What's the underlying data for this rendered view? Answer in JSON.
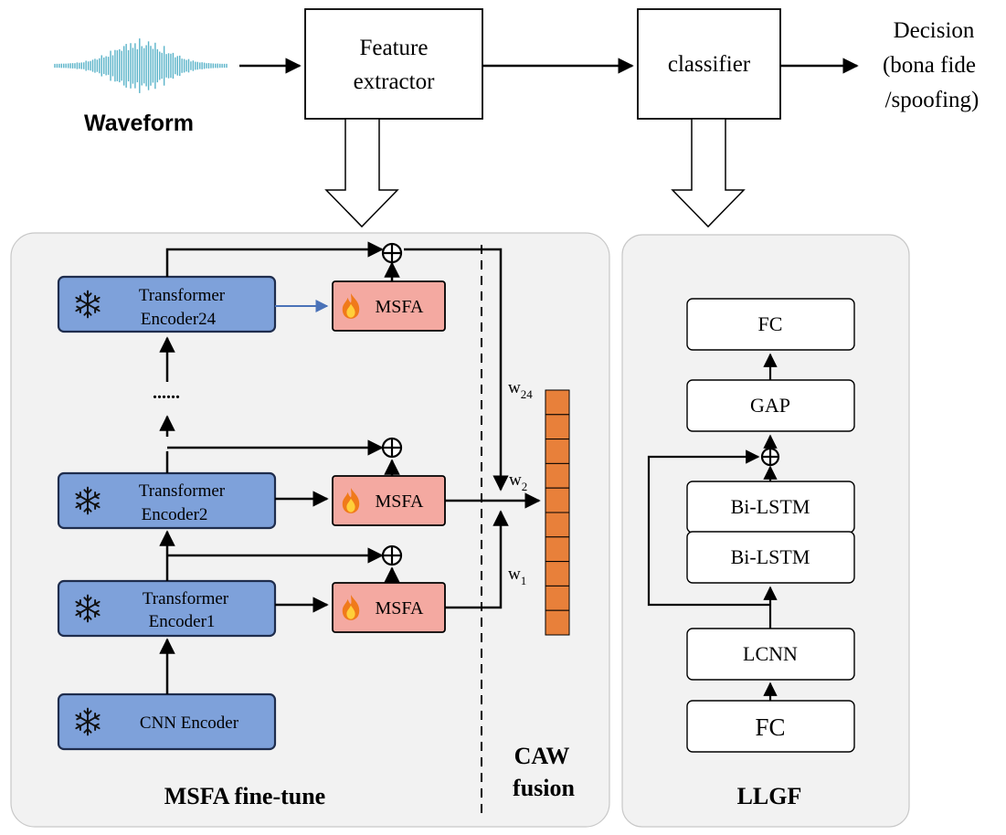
{
  "top": {
    "waveform_label": "Waveform",
    "feature_extractor": [
      "Feature",
      "extractor"
    ],
    "classifier": "classifier",
    "decision": [
      "Decision",
      "(bona fide",
      "/spoofing)"
    ]
  },
  "msfa_panel": {
    "title": "MSFA fine-tune",
    "caw_label": [
      "CAW",
      "fusion"
    ],
    "encoders": {
      "e24": [
        "Transformer",
        "Encoder24"
      ],
      "e2": [
        "Transformer",
        "Encoder2"
      ],
      "e1": [
        "Transformer",
        "Encoder1"
      ],
      "cnn": "CNN Encoder"
    },
    "msfa_label": "MSFA",
    "dots": "......",
    "weights": {
      "w24": "w",
      "w24_sub": "24",
      "w2": "w",
      "w2_sub": "2",
      "w1": "w",
      "w1_sub": "1"
    }
  },
  "llgf_panel": {
    "title": "LLGF",
    "blocks": {
      "fc_top": "FC",
      "gap": "GAP",
      "bilstm_top": "Bi-LSTM",
      "bilstm_bottom": "Bi-LSTM",
      "lcnn": "LCNN",
      "fc_bottom": "FC"
    }
  },
  "colors": {
    "encoder_fill": "#7ea1da",
    "msfa_fill": "#f4a9a1",
    "weight_vector": "#e8803a",
    "panel_fill": "#f2f2f2",
    "waveform": "#5ab3c9"
  }
}
